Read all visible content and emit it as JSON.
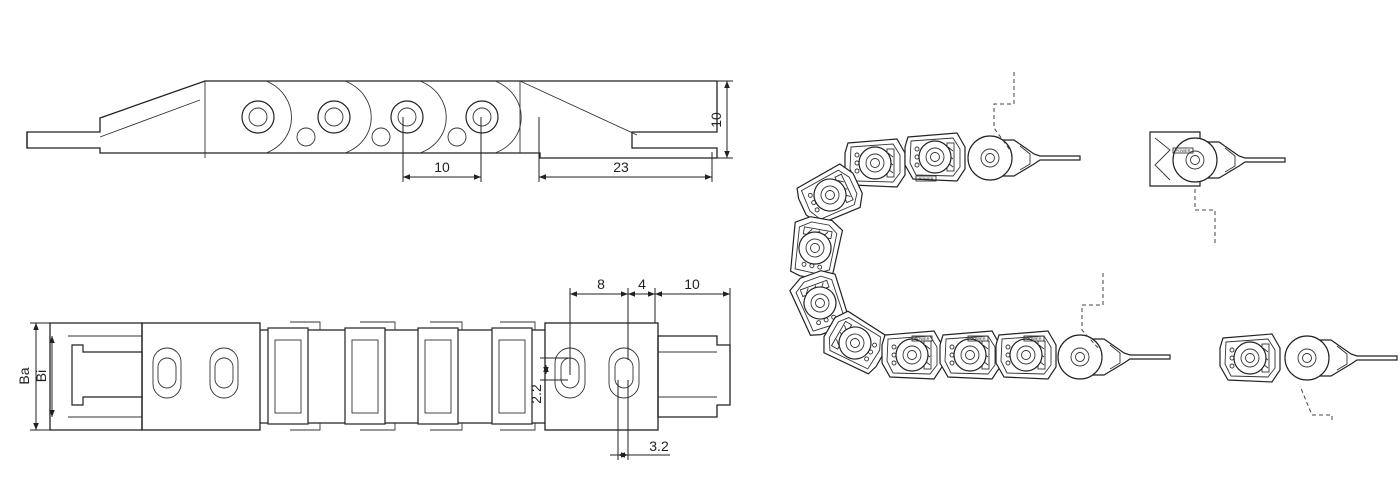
{
  "side_view": {
    "dim_pitch": "10",
    "dim_end_length": "23",
    "dim_height": "10"
  },
  "top_view": {
    "dim_a": "8",
    "dim_b": "4",
    "dim_c": "10",
    "dim_hole_height": "2.2",
    "dim_hole_width": "3.2",
    "label_outer_width": "Ba",
    "label_inner_width": "Bi"
  },
  "chain_views": {
    "brand_text": "POWER"
  }
}
